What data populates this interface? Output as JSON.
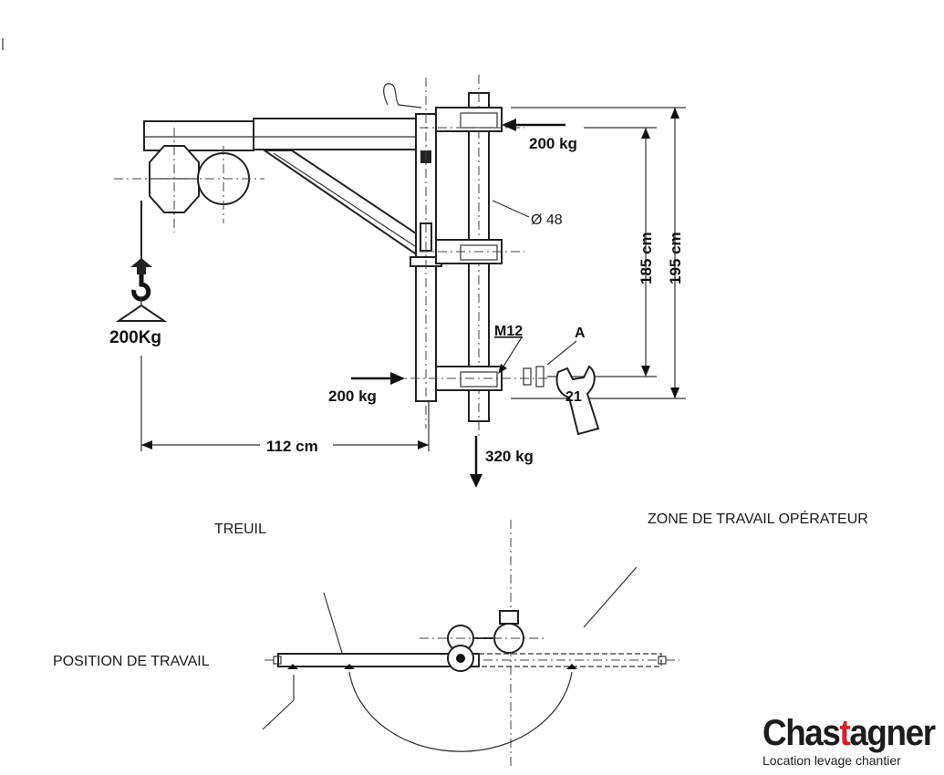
{
  "labels": {
    "load_top": "200 kg",
    "diameter": "Ø 48",
    "height_inner": "185 cm",
    "height_outer": "195 cm",
    "hook_load": "200Kg",
    "bolt": "M12",
    "detail_a": "A",
    "wrench_size": "21",
    "load_bottom": "200 kg",
    "reach": "112 cm",
    "vertical_load": "320 kg",
    "treuil": "TREUIL",
    "zone": "ZONE DE TRAVAIL OPÉRATEUR",
    "position": "POSITION DE TRAVAIL"
  },
  "logo": {
    "brand_pre": "Chas",
    "brand_accent": "t",
    "brand_post": "agner",
    "tagline": "Location levage chantier"
  }
}
